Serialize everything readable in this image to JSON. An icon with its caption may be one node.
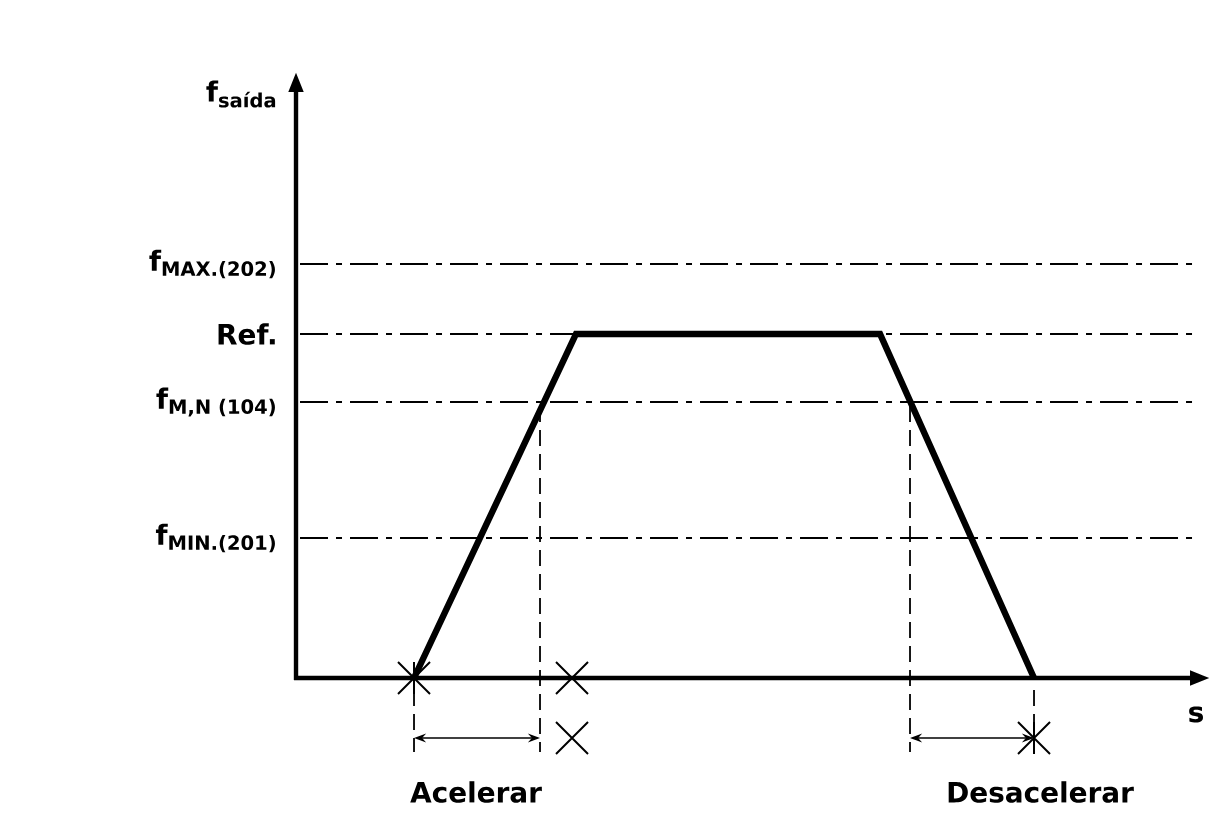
{
  "diagram": {
    "labels": [
      "f$_{saída}$",
      "f$_{MAX.(202)}$",
      "Ref.",
      "f$_{M,N (104)}$",
      "f$_{MIN.(201)}$",
      "s",
      "Acelerar",
      "Desacelerar"
    ]
  }
}
